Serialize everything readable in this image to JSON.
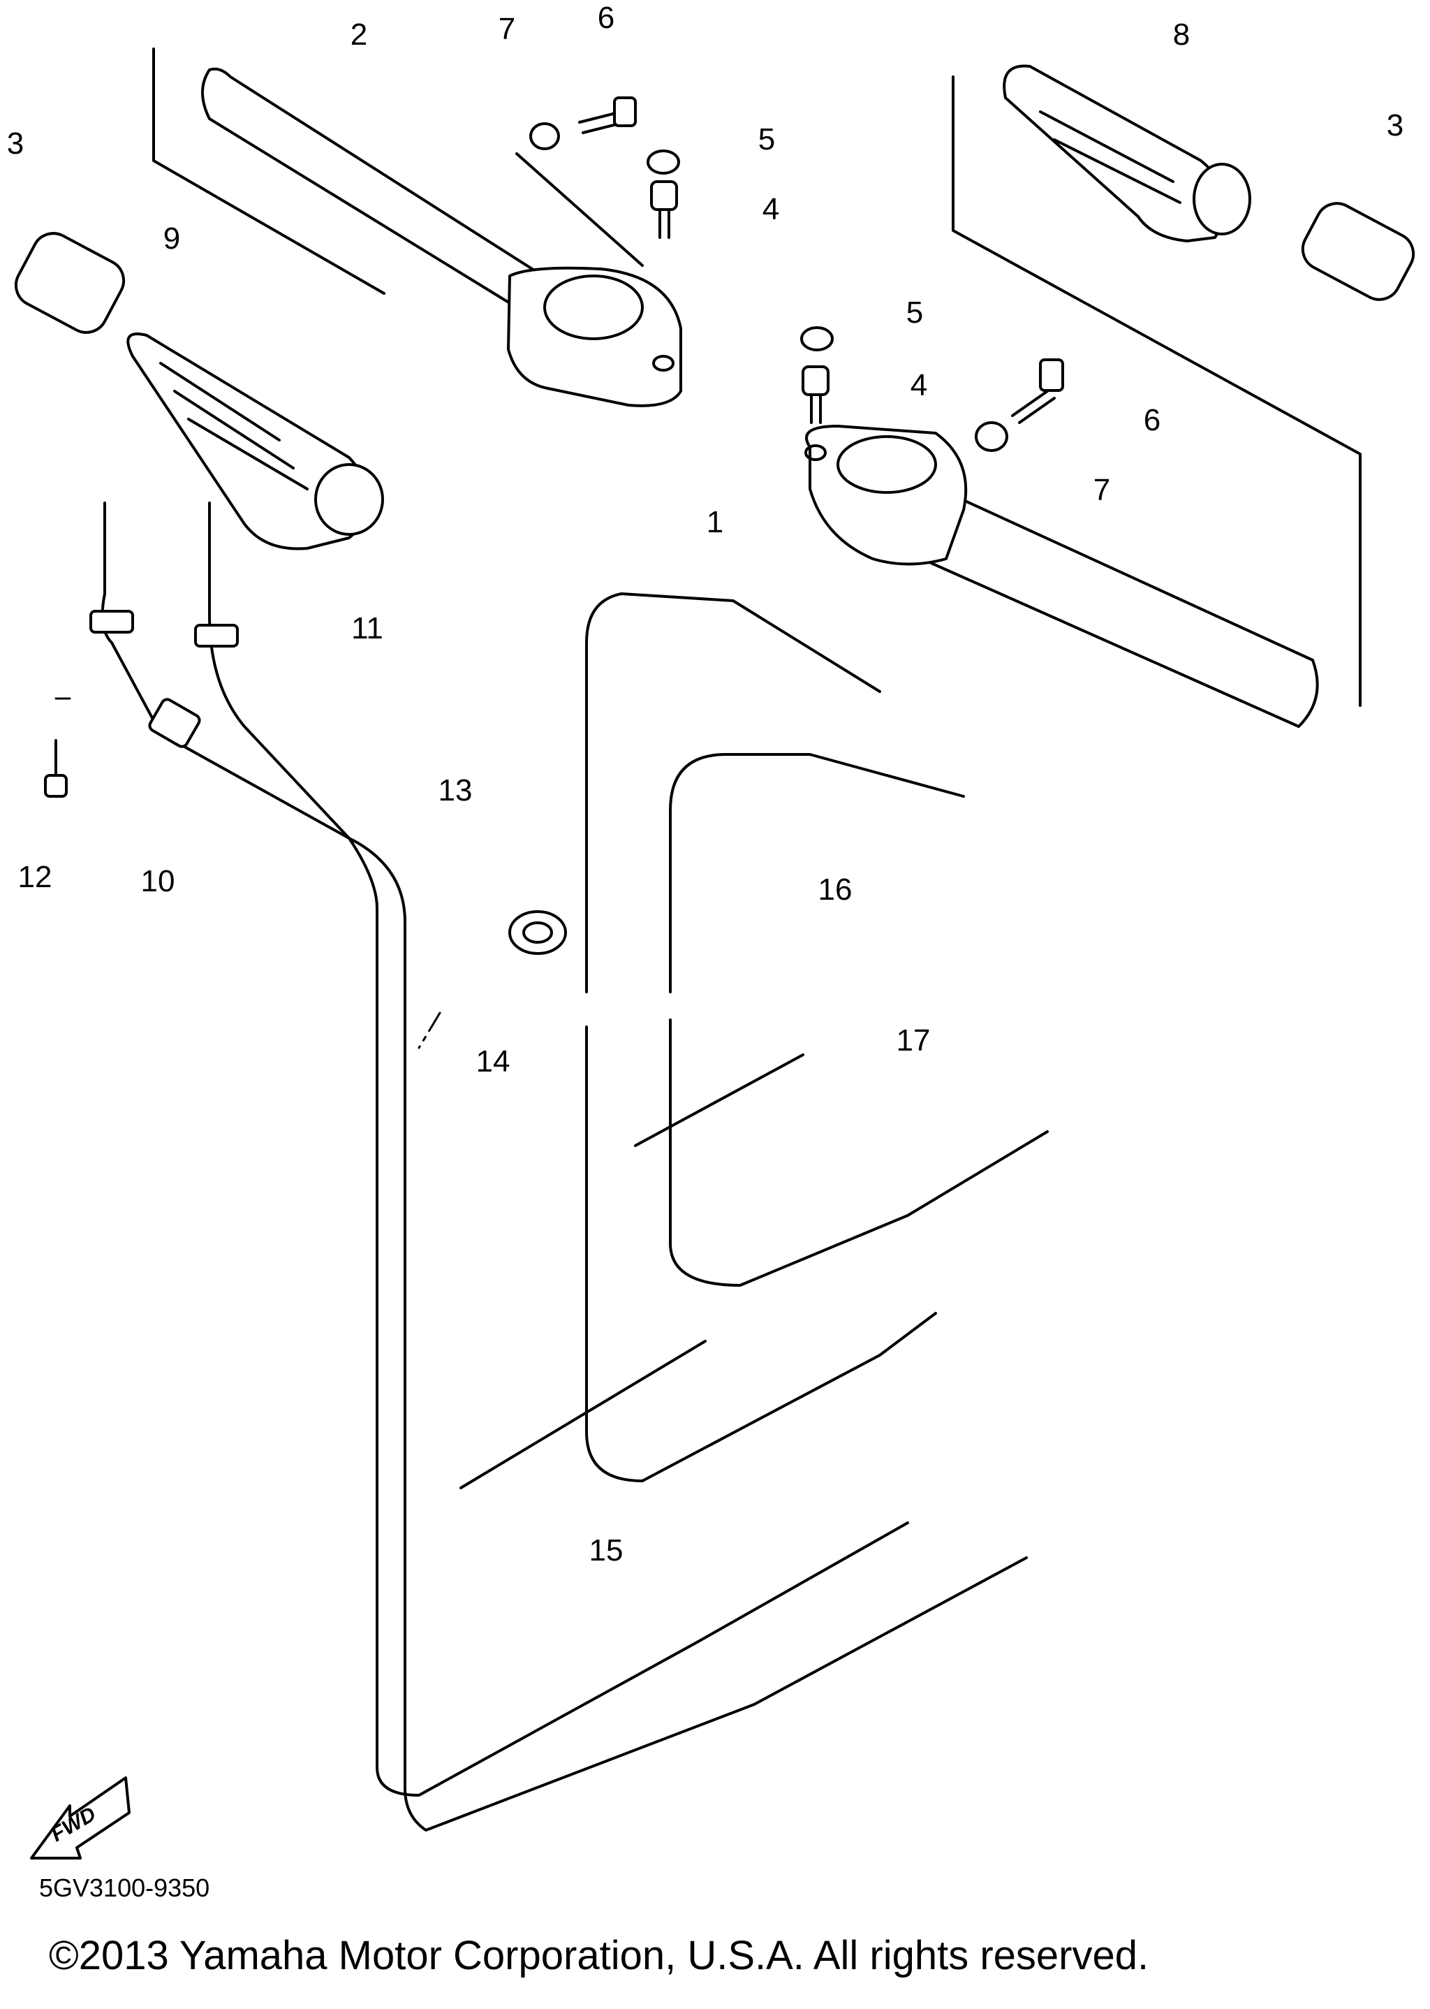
{
  "callouts": [
    {
      "label": "1"
    },
    {
      "label": "2"
    },
    {
      "label": "3"
    },
    {
      "label": "3"
    },
    {
      "label": "4"
    },
    {
      "label": "4"
    },
    {
      "label": "5"
    },
    {
      "label": "5"
    },
    {
      "label": "6"
    },
    {
      "label": "6"
    },
    {
      "label": "7"
    },
    {
      "label": "7"
    },
    {
      "label": "8"
    },
    {
      "label": "9"
    },
    {
      "label": "10"
    },
    {
      "label": "11"
    },
    {
      "label": "12"
    },
    {
      "label": "13"
    },
    {
      "label": "14"
    },
    {
      "label": "15"
    },
    {
      "label": "16"
    },
    {
      "label": "17"
    }
  ],
  "fwd_label": "FWD",
  "part_code": "5GV3100-9350",
  "copyright": "©2013 Yamaha Motor Corporation, U.S.A. All rights reserved."
}
